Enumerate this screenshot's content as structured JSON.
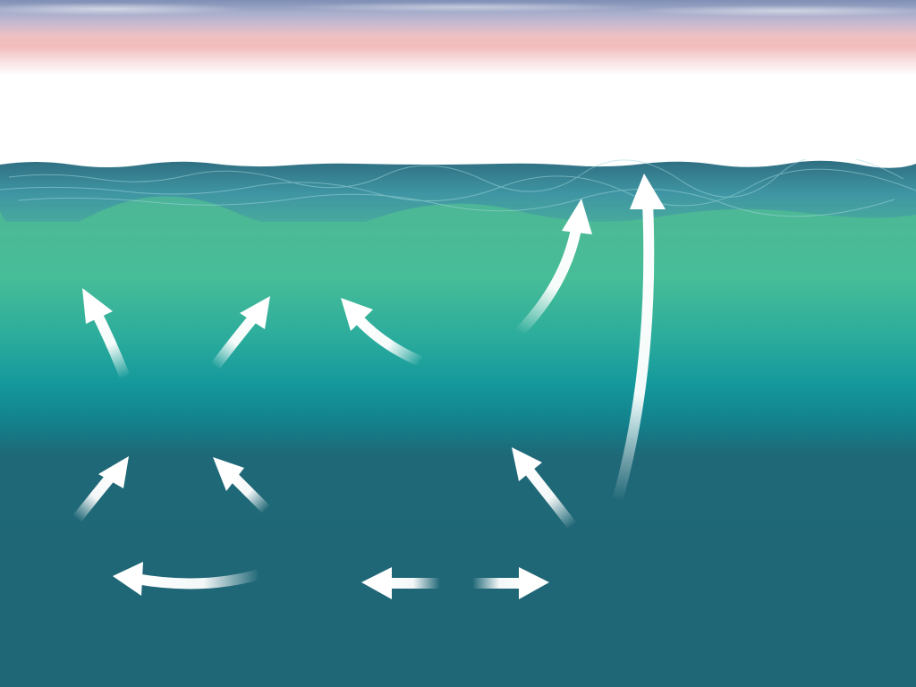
{
  "diagram": {
    "arrows": [
      {
        "id": "arrow-up-left-upper",
        "direction": "up-left"
      },
      {
        "id": "arrow-up-right-upper",
        "direction": "up-right"
      },
      {
        "id": "arrow-curve-left-upper",
        "direction": "up-left"
      },
      {
        "id": "arrow-curve-up-to-surface-1",
        "direction": "up"
      },
      {
        "id": "arrow-long-up-to-surface-2",
        "direction": "up"
      },
      {
        "id": "arrow-up-right-lower",
        "direction": "up-right"
      },
      {
        "id": "arrow-up-left-lower",
        "direction": "up-left"
      },
      {
        "id": "arrow-up-left-deep-right",
        "direction": "up-left"
      },
      {
        "id": "arrow-curve-left-bottom",
        "direction": "left"
      },
      {
        "id": "arrow-left-bottom-center",
        "direction": "left"
      },
      {
        "id": "arrow-right-bottom-center",
        "direction": "right"
      }
    ],
    "colors": {
      "sky_top": "#7f8fb5",
      "sky_pink": "#f3bcbc",
      "sky_white": "#ffffff",
      "surface_water": "#3f8f9f",
      "upper_water": "#47bd98",
      "mid_water": "#14989c",
      "deep_water": "#1f6676",
      "arrow": "#ffffff"
    }
  }
}
